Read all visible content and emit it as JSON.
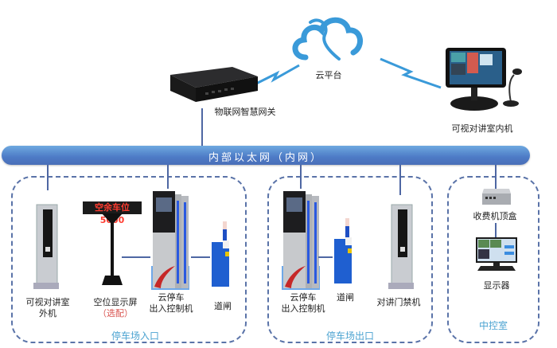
{
  "top": {
    "cloud": {
      "label": "云平台",
      "icon": "cloud-icon",
      "color": "#3a9ad9"
    },
    "gateway": {
      "label": "物联网智慧网关",
      "icon": "gateway-server-icon"
    },
    "indoor_unit": {
      "label": "可视对讲室内机",
      "icon": "indoor-monitor-icon"
    },
    "wireless_links": [
      "gateway-to-cloud",
      "cloud-to-indoor-unit"
    ]
  },
  "bus": {
    "label": "内部以太网（内网）",
    "color": "#4d7ac6"
  },
  "zones": [
    {
      "title": "停车场入口",
      "devices": [
        {
          "label_lines": [
            "可视对讲室",
            "外机"
          ],
          "icon": "intercom-outdoor-unit-icon"
        },
        {
          "label_lines": [
            "空位显示屏"
          ],
          "note": "（选配）",
          "icon": "vacancy-display-icon",
          "display_text": "空余车位5000"
        },
        {
          "label_lines": [
            "云停车",
            "出入控制机"
          ],
          "icon": "parking-controller-icon"
        },
        {
          "label_lines": [
            "道闸"
          ],
          "icon": "barrier-gate-icon"
        }
      ]
    },
    {
      "title": "停车场出口",
      "devices": [
        {
          "label_lines": [
            "云停车",
            "出入控制机"
          ],
          "icon": "parking-controller-icon"
        },
        {
          "label_lines": [
            "道闸"
          ],
          "icon": "barrier-gate-icon"
        },
        {
          "label_lines": [
            "对讲门禁机"
          ],
          "icon": "access-control-intercom-icon"
        }
      ]
    },
    {
      "title": "中控室",
      "devices": [
        {
          "label_lines": [
            "收费机顶盒"
          ],
          "icon": "set-top-box-icon"
        },
        {
          "label_lines": [
            "显示器"
          ],
          "icon": "monitor-icon"
        }
      ]
    }
  ],
  "colors": {
    "line": "#4e67a3",
    "zone_title": "#4ba3d1",
    "note": "#d9534f",
    "led": "#ff3b2f"
  }
}
